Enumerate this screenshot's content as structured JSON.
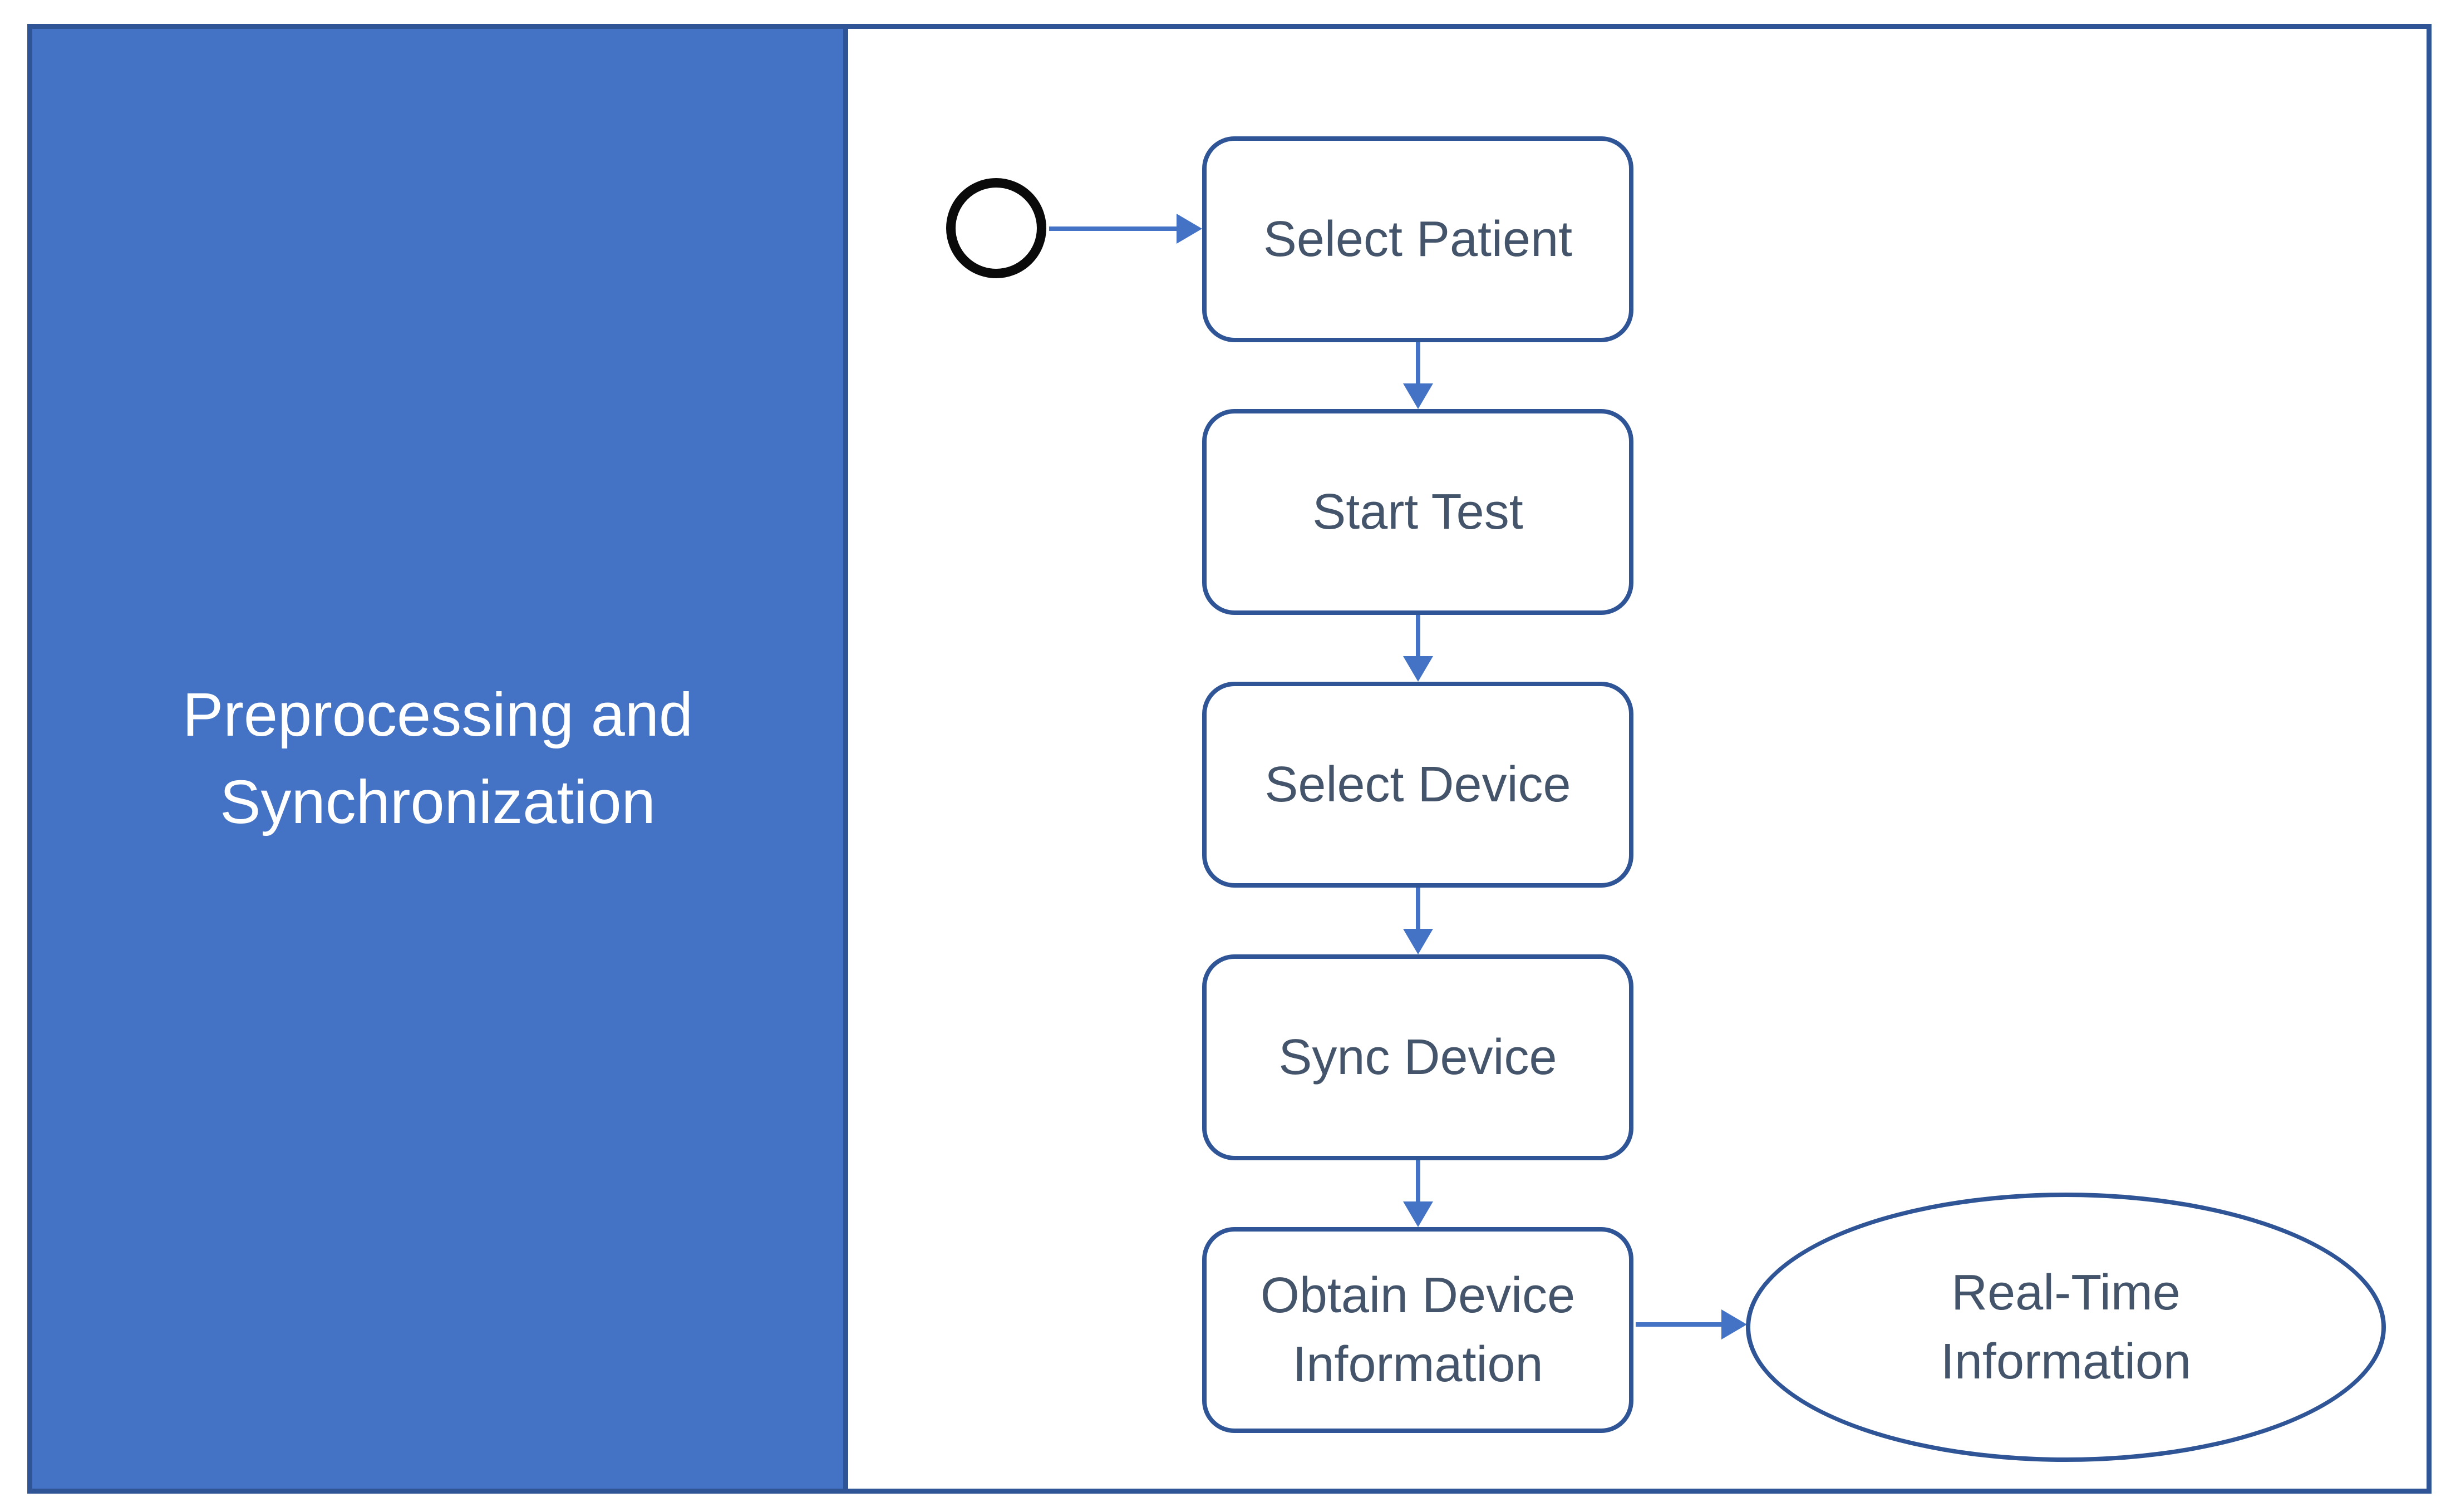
{
  "colors": {
    "sidebar_fill": "#4472C4",
    "frame_border": "#2F5597",
    "shape_border": "#2F5597",
    "arrow": "#4472C4",
    "shape_text": "#44546A",
    "sidebar_text": "#FFFFFF",
    "start_node_stroke": "#0A0A0A"
  },
  "sidebar": {
    "label": "Preprocessing and Synchronization"
  },
  "flow": {
    "steps": [
      {
        "label": "Select Patient"
      },
      {
        "label": "Start Test"
      },
      {
        "label": "Select Device"
      },
      {
        "label": "Sync Device"
      },
      {
        "label": "Obtain Device Information"
      }
    ],
    "terminal": {
      "label": "Real-Time Information"
    }
  }
}
